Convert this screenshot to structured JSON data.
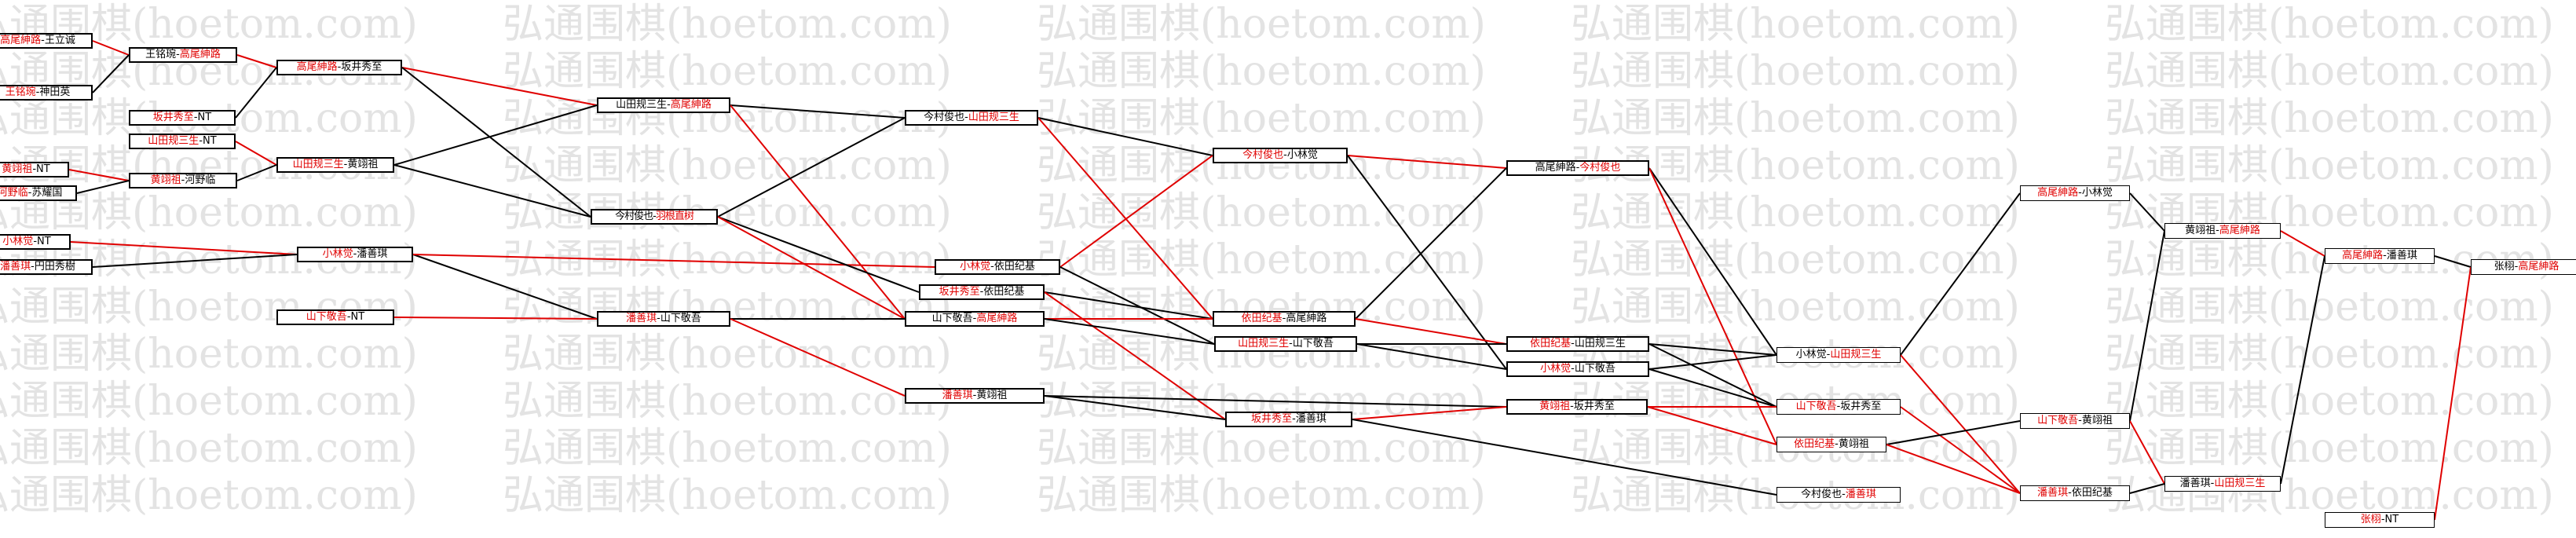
{
  "watermark": "弘通围棋(hoetom.com)",
  "colors": {
    "win": "#e00000",
    "loss": "#000000",
    "watermark": "#e3e3e3"
  },
  "sep": "-",
  "nodes": [
    {
      "id": "r1_1",
      "a": "高尾紳路",
      "b": "王立诚",
      "win": "a"
    },
    {
      "id": "r1_2",
      "a": "王铭琬",
      "b": "神田英",
      "win": "a"
    },
    {
      "id": "r1_3",
      "a": "黄翊祖",
      "b": "NT",
      "win": "a"
    },
    {
      "id": "r1_4",
      "a": "河野临",
      "b": "苏耀国",
      "win": "a"
    },
    {
      "id": "r1_5",
      "a": "小林觉",
      "b": "NT",
      "win": "a"
    },
    {
      "id": "r1_6",
      "a": "潘善琪",
      "b": "円田秀樹",
      "win": "a"
    },
    {
      "id": "r2_1",
      "a": "王铭琬",
      "b": "高尾紳路",
      "win": "b"
    },
    {
      "id": "r2_2",
      "a": "坂井秀至",
      "b": "NT",
      "win": "a"
    },
    {
      "id": "r2_3",
      "a": "山田规三生",
      "b": "NT",
      "win": "a"
    },
    {
      "id": "r2_4",
      "a": "黄翊祖",
      "b": "河野临",
      "win": "a"
    },
    {
      "id": "r2_5",
      "a": "山下敬吾",
      "b": "NT",
      "win": "a"
    },
    {
      "id": "r3_1",
      "a": "高尾紳路",
      "b": "坂井秀至",
      "win": "a"
    },
    {
      "id": "r3_2",
      "a": "山田规三生",
      "b": "黄翊祖",
      "win": "a"
    },
    {
      "id": "r3_3",
      "a": "小林觉",
      "b": "潘善琪",
      "win": "a"
    },
    {
      "id": "r4_1",
      "a": "山田规三生",
      "b": "高尾紳路",
      "win": "b"
    },
    {
      "id": "r4_2",
      "a": "今村俊也",
      "b": "羽根直树",
      "win": "b",
      "overlap": true
    },
    {
      "id": "r4_3",
      "a": "潘善琪",
      "b": "山下敬吾",
      "win": "a"
    },
    {
      "id": "r5_1",
      "a": "今村俊也",
      "b": "山田规三生",
      "win": "b"
    },
    {
      "id": "r5_2",
      "a": "小林觉",
      "b": "依田纪基",
      "win": "a"
    },
    {
      "id": "r5_3",
      "a": "坂井秀至",
      "b": "依田纪基",
      "win": "a"
    },
    {
      "id": "r5_4",
      "a": "山下敬吾",
      "b": "高尾紳路",
      "win": "b"
    },
    {
      "id": "r5_5",
      "a": "潘善琪",
      "b": "黄翊祖",
      "win": "a"
    },
    {
      "id": "r6_1",
      "a": "今村俊也",
      "b": "小林觉",
      "win": "a"
    },
    {
      "id": "r6_2",
      "a": "依田纪基",
      "b": "高尾紳路",
      "win": "a"
    },
    {
      "id": "r6_3",
      "a": "山田规三生",
      "b": "山下敬吾",
      "win": "a"
    },
    {
      "id": "r6_4",
      "a": "坂井秀至",
      "b": "潘善琪",
      "win": "a"
    },
    {
      "id": "r7_1",
      "a": "高尾紳路",
      "b": "今村俊也",
      "win": "b"
    },
    {
      "id": "r7_2",
      "a": "依田纪基",
      "b": "山田规三生",
      "win": "a"
    },
    {
      "id": "r7_3",
      "a": "小林觉",
      "b": "山下敬吾",
      "win": "a"
    },
    {
      "id": "r7_4",
      "a": "黄翊祖",
      "b": "坂井秀至",
      "win": "a"
    },
    {
      "id": "r8_1",
      "a": "小林觉",
      "b": "山田规三生",
      "win": "b"
    },
    {
      "id": "r8_2",
      "a": "山下敬吾",
      "b": "坂井秀至",
      "win": "a"
    },
    {
      "id": "r8_3",
      "a": "依田纪基",
      "b": "黄翊祖",
      "win": "a"
    },
    {
      "id": "r8_4",
      "a": "今村俊也",
      "b": "潘善琪",
      "win": "b"
    },
    {
      "id": "r9_1",
      "a": "高尾紳路",
      "b": "小林觉",
      "win": "a"
    },
    {
      "id": "r9_2",
      "a": "山下敬吾",
      "b": "黄翊祖",
      "win": "a"
    },
    {
      "id": "r9_3",
      "a": "潘善琪",
      "b": "依田纪基",
      "win": "a"
    },
    {
      "id": "r10_1",
      "a": "黄翊祖",
      "b": "高尾紳路",
      "win": "b"
    },
    {
      "id": "r10_2",
      "a": "潘善琪",
      "b": "山田规三生",
      "win": "b"
    },
    {
      "id": "r11_1",
      "a": "高尾紳路",
      "b": "潘善琪",
      "win": "a"
    },
    {
      "id": "r11_2",
      "a": "张栩",
      "b": "NT",
      "win": "a"
    },
    {
      "id": "r12_1",
      "a": "张栩",
      "b": "高尾紳路",
      "win": "b"
    }
  ],
  "edges": [
    {
      "from": "r1_1",
      "to": "r2_1",
      "c": "r"
    },
    {
      "from": "r1_2",
      "to": "r2_1",
      "c": "k"
    },
    {
      "from": "r2_1",
      "to": "r3_1",
      "c": "r"
    },
    {
      "from": "r2_2",
      "to": "r3_1",
      "c": "k"
    },
    {
      "from": "r1_3",
      "to": "r2_4",
      "c": "r"
    },
    {
      "from": "r1_4",
      "to": "r2_4",
      "c": "k"
    },
    {
      "from": "r2_3",
      "to": "r3_2",
      "c": "r"
    },
    {
      "from": "r2_4",
      "to": "r3_2",
      "c": "k"
    },
    {
      "from": "r1_5",
      "to": "r3_3",
      "c": "r"
    },
    {
      "from": "r1_6",
      "to": "r3_3",
      "c": "k"
    },
    {
      "from": "r3_1",
      "to": "r4_1",
      "c": "r"
    },
    {
      "from": "r3_2",
      "to": "r4_1",
      "c": "k"
    },
    {
      "from": "r3_1",
      "to": "r4_2",
      "c": "k"
    },
    {
      "from": "r3_2",
      "to": "r4_2",
      "c": "k"
    },
    {
      "from": "r3_3",
      "to": "r4_3",
      "c": "k"
    },
    {
      "from": "r2_5",
      "to": "r4_3",
      "c": "r"
    },
    {
      "from": "r3_3",
      "to": "r5_2",
      "c": "r"
    },
    {
      "from": "r4_1",
      "to": "r5_1",
      "c": "k"
    },
    {
      "from": "r4_1",
      "to": "r5_4",
      "c": "r"
    },
    {
      "from": "r4_2",
      "to": "r5_1",
      "c": "k"
    },
    {
      "from": "r4_2",
      "to": "r5_3",
      "c": "k"
    },
    {
      "from": "r4_2",
      "to": "r5_4",
      "c": "r"
    },
    {
      "from": "r4_3",
      "to": "r5_4",
      "c": "k"
    },
    {
      "from": "r4_3",
      "to": "r5_5",
      "c": "r"
    },
    {
      "from": "r5_1",
      "to": "r6_1",
      "c": "k"
    },
    {
      "from": "r5_1",
      "to": "r6_2",
      "c": "r"
    },
    {
      "from": "r5_2",
      "to": "r6_1",
      "c": "r"
    },
    {
      "from": "r5_2",
      "to": "r6_3",
      "c": "k"
    },
    {
      "from": "r5_3",
      "to": "r6_2",
      "c": "k"
    },
    {
      "from": "r5_3",
      "to": "r6_4",
      "c": "r"
    },
    {
      "from": "r5_4",
      "to": "r6_2",
      "c": "r"
    },
    {
      "from": "r5_4",
      "to": "r6_3",
      "c": "k"
    },
    {
      "from": "r5_5",
      "to": "r6_4",
      "c": "k"
    },
    {
      "from": "r5_5",
      "to": "r7_4",
      "c": "k"
    },
    {
      "from": "r6_1",
      "to": "r7_1",
      "c": "r"
    },
    {
      "from": "r6_1",
      "to": "r7_3",
      "c": "k"
    },
    {
      "from": "r6_2",
      "to": "r7_1",
      "c": "k"
    },
    {
      "from": "r6_2",
      "to": "r7_2",
      "c": "r"
    },
    {
      "from": "r6_3",
      "to": "r7_2",
      "c": "k"
    },
    {
      "from": "r6_3",
      "to": "r7_3",
      "c": "k"
    },
    {
      "from": "r6_4",
      "to": "r7_4",
      "c": "r"
    },
    {
      "from": "r6_4",
      "to": "r8_4",
      "c": "k"
    },
    {
      "from": "r7_1",
      "to": "r8_1",
      "c": "k"
    },
    {
      "from": "r7_1",
      "to": "r8_3",
      "c": "r"
    },
    {
      "from": "r7_2",
      "to": "r8_1",
      "c": "k"
    },
    {
      "from": "r7_2",
      "to": "r8_2",
      "c": "k"
    },
    {
      "from": "r7_3",
      "to": "r8_1",
      "c": "k"
    },
    {
      "from": "r7_3",
      "to": "r8_2",
      "c": "k"
    },
    {
      "from": "r7_4",
      "to": "r8_2",
      "c": "r"
    },
    {
      "from": "r7_4",
      "to": "r8_3",
      "c": "r"
    },
    {
      "from": "r8_1",
      "to": "r9_1",
      "c": "k"
    },
    {
      "from": "r8_1",
      "to": "r9_3",
      "c": "r"
    },
    {
      "from": "r8_2",
      "to": "r9_3",
      "c": "r"
    },
    {
      "from": "r8_3",
      "to": "r9_2",
      "c": "k"
    },
    {
      "from": "r8_3",
      "to": "r9_3",
      "c": "r"
    },
    {
      "from": "r9_1",
      "to": "r10_1",
      "c": "k"
    },
    {
      "from": "r9_2",
      "to": "r10_1",
      "c": "k"
    },
    {
      "from": "r9_2",
      "to": "r10_2",
      "c": "r"
    },
    {
      "from": "r9_3",
      "to": "r10_2",
      "c": "k"
    },
    {
      "from": "r10_1",
      "to": "r11_1",
      "c": "r"
    },
    {
      "from": "r10_2",
      "to": "r11_1",
      "c": "k"
    },
    {
      "from": "r11_1",
      "to": "r12_1",
      "c": "k"
    },
    {
      "from": "r11_2",
      "to": "r12_1",
      "c": "r"
    }
  ]
}
